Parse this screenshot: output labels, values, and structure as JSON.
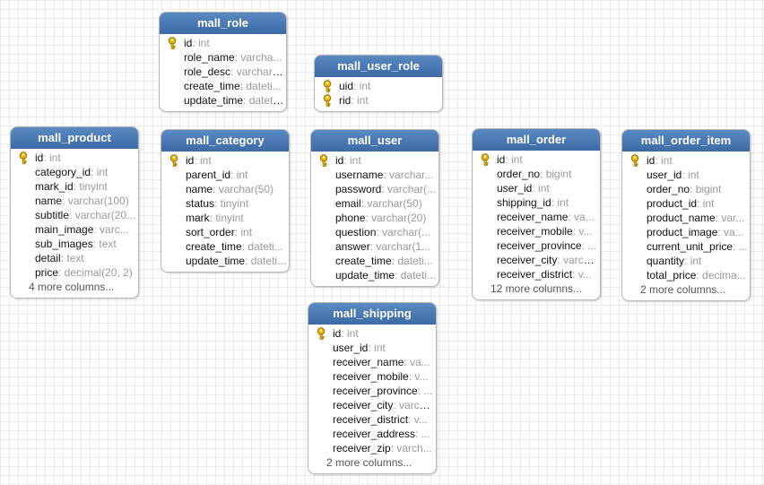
{
  "tables": [
    {
      "key": "mall_role",
      "title": "mall_role",
      "columns": [
        {
          "name": "id",
          "type": ": int",
          "pk": true
        },
        {
          "name": "role_name",
          "type": ": varcha..."
        },
        {
          "name": "role_desc",
          "type": ": varchar(..."
        },
        {
          "name": "create_time",
          "type": ": dateti..."
        },
        {
          "name": "update_time",
          "type": ": dateti..."
        }
      ],
      "more": ""
    },
    {
      "key": "mall_user_role",
      "title": "mall_user_role",
      "columns": [
        {
          "name": "uid",
          "type": ": int",
          "pk": true
        },
        {
          "name": "rid",
          "type": ": int",
          "pk": true
        }
      ],
      "more": ""
    },
    {
      "key": "mall_product",
      "title": "mall_product",
      "columns": [
        {
          "name": "id",
          "type": ": int",
          "pk": true
        },
        {
          "name": "category_id",
          "type": ": int"
        },
        {
          "name": "mark_id",
          "type": ": tinyint"
        },
        {
          "name": "name",
          "type": ": varchar(100)"
        },
        {
          "name": "subtitle",
          "type": ": varchar(20..."
        },
        {
          "name": "main_image",
          "type": ": varc..."
        },
        {
          "name": "sub_images",
          "type": ": text"
        },
        {
          "name": "detail",
          "type": ": text"
        },
        {
          "name": "price",
          "type": ": decimal(20, 2)"
        }
      ],
      "more": "4 more columns..."
    },
    {
      "key": "mall_category",
      "title": "mall_category",
      "columns": [
        {
          "name": "id",
          "type": ": int",
          "pk": true
        },
        {
          "name": "parent_id",
          "type": ": int"
        },
        {
          "name": "name",
          "type": ": varchar(50)"
        },
        {
          "name": "status",
          "type": ": tinyint"
        },
        {
          "name": "mark",
          "type": ": tinyint"
        },
        {
          "name": "sort_order",
          "type": ": int"
        },
        {
          "name": "create_time",
          "type": ": dateti..."
        },
        {
          "name": "update_time",
          "type": ": dateti..."
        }
      ],
      "more": ""
    },
    {
      "key": "mall_user",
      "title": "mall_user",
      "columns": [
        {
          "name": "id",
          "type": ": int",
          "pk": true
        },
        {
          "name": "username",
          "type": ": varchar..."
        },
        {
          "name": "password",
          "type": ": varchar(..."
        },
        {
          "name": "email",
          "type": ": varchar(50)"
        },
        {
          "name": "phone",
          "type": ": varchar(20)"
        },
        {
          "name": "question",
          "type": ": varchar(..."
        },
        {
          "name": "answer",
          "type": ": varchar(1..."
        },
        {
          "name": "create_time",
          "type": ": dateti..."
        },
        {
          "name": "update_time",
          "type": ": dateti..."
        }
      ],
      "more": ""
    },
    {
      "key": "mall_order",
      "title": "mall_order",
      "columns": [
        {
          "name": "id",
          "type": ": int",
          "pk": true
        },
        {
          "name": "order_no",
          "type": ": bigint"
        },
        {
          "name": "user_id",
          "type": ": int"
        },
        {
          "name": "shipping_id",
          "type": ": int"
        },
        {
          "name": "receiver_name",
          "type": ": va..."
        },
        {
          "name": "receiver_mobile",
          "type": ": v..."
        },
        {
          "name": "receiver_province",
          "type": ": ..."
        },
        {
          "name": "receiver_city",
          "type": ": varch..."
        },
        {
          "name": "receiver_district",
          "type": ": v..."
        }
      ],
      "more": "12 more columns..."
    },
    {
      "key": "mall_order_item",
      "title": "mall_order_item",
      "columns": [
        {
          "name": "id",
          "type": ": int",
          "pk": true
        },
        {
          "name": "user_id",
          "type": ": int"
        },
        {
          "name": "order_no",
          "type": ": bigint"
        },
        {
          "name": "product_id",
          "type": ": int"
        },
        {
          "name": "product_name",
          "type": ": var..."
        },
        {
          "name": "product_image",
          "type": ": va..."
        },
        {
          "name": "current_unit_price",
          "type": ": ..."
        },
        {
          "name": "quantity",
          "type": ": int"
        },
        {
          "name": "total_price",
          "type": ": decima..."
        }
      ],
      "more": "2 more columns..."
    },
    {
      "key": "mall_shipping",
      "title": "mall_shipping",
      "columns": [
        {
          "name": "id",
          "type": ": int",
          "pk": true
        },
        {
          "name": "user_id",
          "type": ": int"
        },
        {
          "name": "receiver_name",
          "type": ": va..."
        },
        {
          "name": "receiver_mobile",
          "type": ": v..."
        },
        {
          "name": "receiver_province",
          "type": ": ..."
        },
        {
          "name": "receiver_city",
          "type": ": varch..."
        },
        {
          "name": "receiver_district",
          "type": ": v..."
        },
        {
          "name": "receiver_address",
          "type": ": ..."
        },
        {
          "name": "receiver_zip",
          "type": ": varch..."
        }
      ],
      "more": "2 more columns..."
    }
  ],
  "colors": {
    "header_top": "#5a8ac2",
    "header_bottom": "#3b6aa5",
    "key_icon": "#e8b400",
    "type_text": "#9a9a9a"
  },
  "icons": {
    "primary_key": "key-icon"
  }
}
